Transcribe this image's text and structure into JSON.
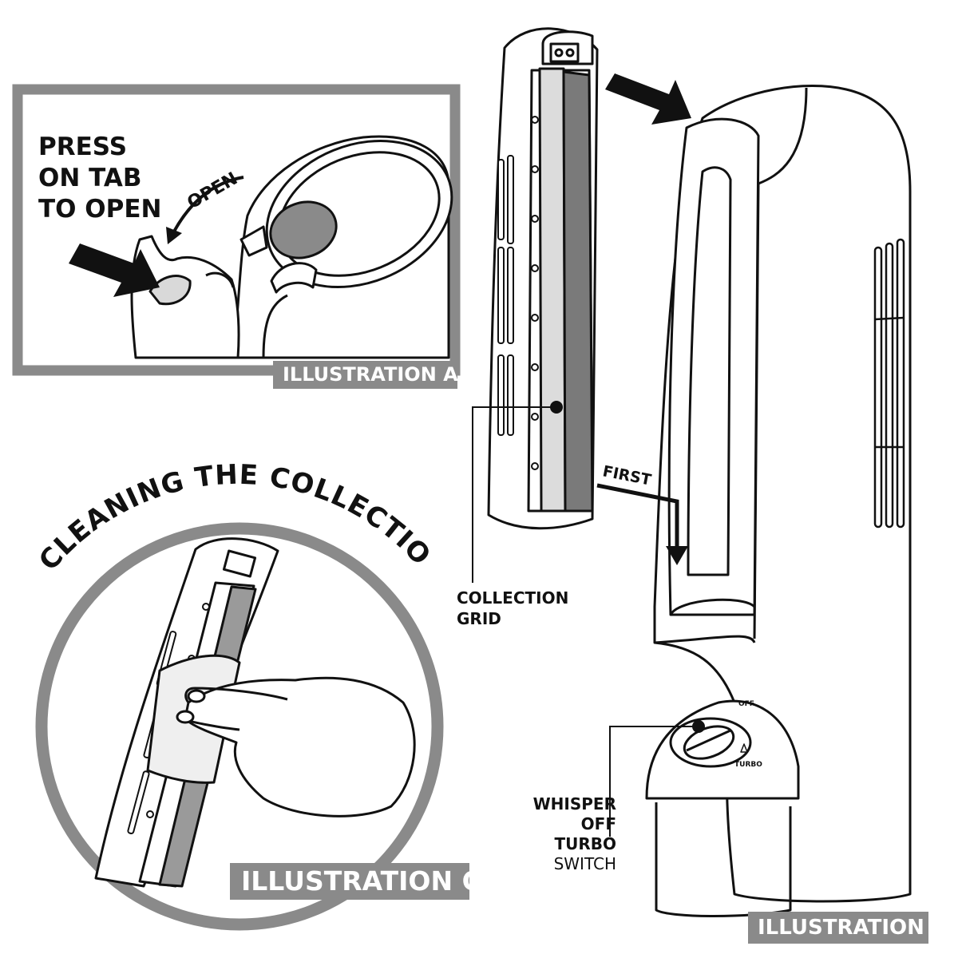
{
  "illustration_a": {
    "instruction": [
      "PRESS",
      "ON TAB",
      "TO OPEN"
    ],
    "arrow_label": "OPEN",
    "caption": "ILLUSTRATION A"
  },
  "illustration_b": {
    "arrow_label": "FIRST",
    "grid_label": [
      "COLLECTION",
      "GRID"
    ],
    "switch_marks": [
      "OFF",
      "TURBO"
    ],
    "switch_label": [
      "WHISPER",
      "OFF",
      "TURBO",
      "SWITCH"
    ],
    "caption": "ILLUSTRATION B"
  },
  "illustration_c": {
    "heading": "CLEANING THE COLLECTION GRID",
    "caption": "ILLUSTRATION C"
  }
}
